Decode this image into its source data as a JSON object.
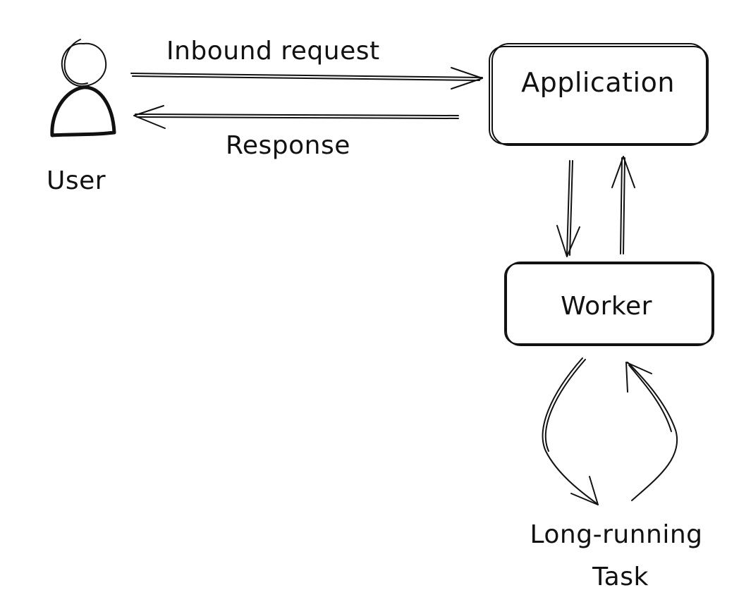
{
  "nodes": {
    "user": {
      "label": "User"
    },
    "application": {
      "label": "Application"
    },
    "worker": {
      "label": "Worker"
    },
    "task": {
      "label_line1": "Long-running",
      "label_line2": "Task"
    }
  },
  "edges": {
    "inbound": {
      "label": "Inbound request"
    },
    "response": {
      "label": "Response"
    }
  },
  "colors": {
    "ink": "#111111",
    "background": "#ffffff"
  }
}
